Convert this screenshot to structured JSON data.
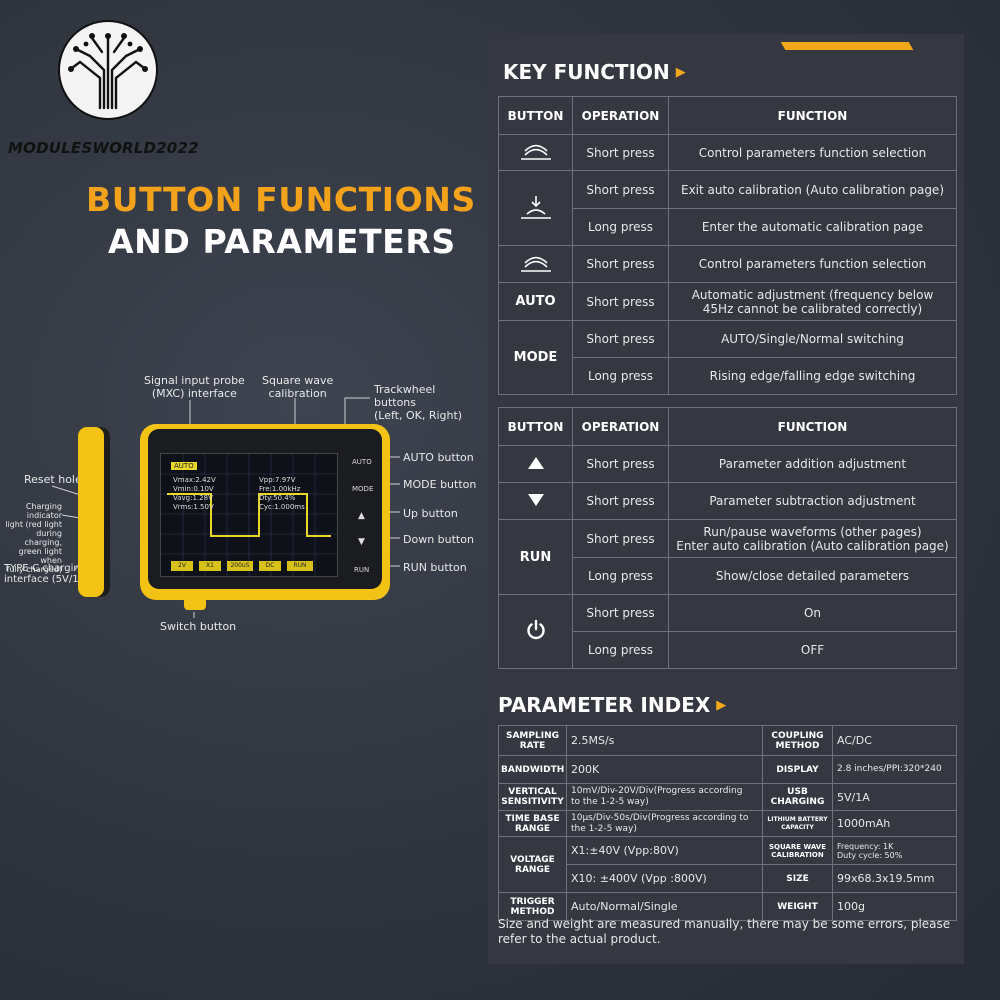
{
  "brand": {
    "logo_text": "MODULESWORLD2022"
  },
  "heading": {
    "line1": "BUTTON FUNCTIONS",
    "line2": "AND PARAMETERS"
  },
  "device_labels": {
    "signal_input": "Signal input probe\n(MXC) interface",
    "square_wave": "Square wave\ncalibration",
    "trackwheel": "Trackwheel\nbuttons\n(Left, OK, Right)",
    "reset_hole": "Reset hole",
    "charging_indicator": "Charging indicator\nlight (red light\nduring charging,\ngreen light when\nfully charged)",
    "typec": "TYPE-C charging\ninterface (5V/1A)",
    "auto_button": "AUTO button",
    "mode_button": "MODE button",
    "up_button": "Up button",
    "down_button": "Down button",
    "run_button": "RUN button",
    "switch_button": "Switch button"
  },
  "device_screen": {
    "mode": "AUTO",
    "vmax": "Vmax:2.42V",
    "vmin": "Vmin:0.10V",
    "vavg": "Vavg:1.28V",
    "vrms": "Vrms:1.50V",
    "vpp": "Vpp:7.97V",
    "freq": "Fre:1.00kHz",
    "duty": "Dty:50.4%",
    "cyc": "Cyc:1.000ms",
    "bottom_buttons": [
      "2V",
      "X1",
      "200uS",
      "DC",
      "RUN"
    ],
    "side_keys": [
      "AUTO",
      "MODE",
      "▲",
      "▼",
      "RUN"
    ]
  },
  "key_function": {
    "title": "KEY FUNCTION",
    "headers": [
      "BUTTON",
      "OPERATION",
      "FUNCTION"
    ],
    "rows": [
      {
        "button_icon": "scroll-wheel-icon",
        "op": "Short press",
        "fn": "Control parameters function selection"
      },
      {
        "button_icon": "press-down-icon",
        "op": "Short press",
        "fn": "Exit auto calibration (Auto calibration page)"
      },
      {
        "op": "Long press",
        "fn": "Enter the automatic calibration page"
      },
      {
        "button_icon": "scroll-wheel-icon",
        "op": "Short press",
        "fn": "Control parameters function selection"
      },
      {
        "button": "AUTO",
        "op": "Short press",
        "fn": "Automatic adjustment (frequency below\n45Hz cannot be calibrated correctly)"
      },
      {
        "button": "MODE",
        "op": "Short press",
        "fn": "AUTO/Single/Normal switching"
      },
      {
        "op": "Long press",
        "fn": "Rising edge/falling edge switching"
      }
    ]
  },
  "key_function2": {
    "headers": [
      "BUTTON",
      "OPERATION",
      "FUNCTION"
    ],
    "rows": [
      {
        "button_icon": "triangle-up-icon",
        "op": "Short press",
        "fn": "Parameter addition adjustment"
      },
      {
        "button_icon": "triangle-down-icon",
        "op": "Short press",
        "fn": "Parameter subtraction adjustment"
      },
      {
        "button": "RUN",
        "op": "Short press",
        "fn": "Run/pause waveforms (other pages)\nEnter auto calibration (Auto calibration page)"
      },
      {
        "op": "Long press",
        "fn": "Show/close detailed parameters"
      },
      {
        "button_icon": "power-icon",
        "op": "Short press",
        "fn": "On"
      },
      {
        "op": "Long press",
        "fn": "OFF"
      }
    ]
  },
  "parameter_index": {
    "title": "PARAMETER INDEX",
    "sampling_rate_label": "SAMPLING\nRATE",
    "sampling_rate": "2.5MS/s",
    "coupling_label": "COUPLING\nMETHOD",
    "coupling": "AC/DC",
    "bandwidth_label": "BANDWIDTH",
    "bandwidth": "200K",
    "display_label": "DISPLAY",
    "display": "2.8 inches/PPI:320*240",
    "vertical_label": "VERTICAL\nSENSITIVITY",
    "vertical": "10mV/Div-20V/Div(Progress according\nto the 1-2-5 way)",
    "usb_label": "USB\nCHARGING",
    "usb": "5V/1A",
    "timebase_label": "TIME BASE\nRANGE",
    "timebase": "10μs/Div-50s/Div(Progress according to\nthe 1-2-5 way)",
    "battery_label": "LITHIUM BATTERY\nCAPACITY",
    "battery": "1000mAh",
    "voltage_label": "VOLTAGE\nRANGE",
    "voltage_x1": "X1:±40V (Vpp:80V)",
    "voltage_x10": "X10: ±400V (Vpp :800V)",
    "square_label": "SQUARE WAVE\nCALIBRATION",
    "square": "Frequency: 1K\nDuty cycle: 50%",
    "size_label": "SIZE",
    "size": "99x68.3x19.5mm",
    "trigger_label": "TRIGGER\nMETHOD",
    "trigger": "Auto/Normal/Single",
    "weight_label": "WEIGHT",
    "weight": "100g"
  },
  "note": "Size and weight are measured manually, there may be some errors, please refer to the actual product."
}
